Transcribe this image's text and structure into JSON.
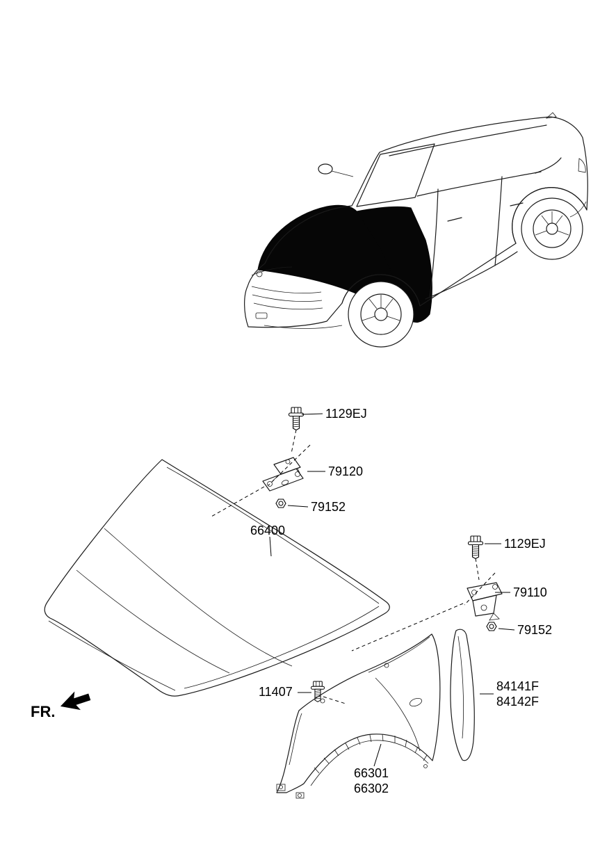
{
  "diagram": {
    "direction_label": "FR.",
    "callouts": {
      "hood_hinge_bolt_upper": "1129EJ",
      "hood_hinge_upper": "79120",
      "hood_hinge_nut_upper": "79152",
      "hood_panel": "66400",
      "hood_hinge_bolt_lower": "1129EJ",
      "hood_hinge_lower": "79110",
      "hood_hinge_nut_lower": "79152",
      "fender_bolt": "11407",
      "fender_insert_upper": "84141F",
      "fender_insert_lower": "84142F",
      "fender_panel_upper": "66301",
      "fender_panel_lower": "66302"
    }
  }
}
